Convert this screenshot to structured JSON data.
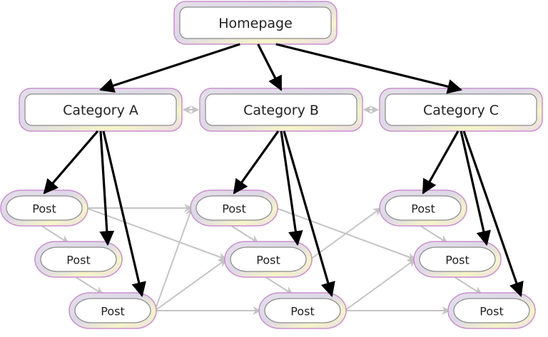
{
  "diagram": {
    "type": "site-hierarchy",
    "nodes": [
      {
        "id": "home",
        "label": "Homepage",
        "level": "root"
      },
      {
        "id": "catA",
        "label": "Category A",
        "level": "category"
      },
      {
        "id": "catB",
        "label": "Category B",
        "level": "category"
      },
      {
        "id": "catC",
        "label": "Category C",
        "level": "category"
      },
      {
        "id": "a1",
        "label": "Post",
        "level": "post",
        "parent": "catA"
      },
      {
        "id": "a2",
        "label": "Post",
        "level": "post",
        "parent": "catA"
      },
      {
        "id": "a3",
        "label": "Post",
        "level": "post",
        "parent": "catA"
      },
      {
        "id": "b1",
        "label": "Post",
        "level": "post",
        "parent": "catB"
      },
      {
        "id": "b2",
        "label": "Post",
        "level": "post",
        "parent": "catB"
      },
      {
        "id": "b3",
        "label": "Post",
        "level": "post",
        "parent": "catB"
      },
      {
        "id": "c1",
        "label": "Post",
        "level": "post",
        "parent": "catC"
      },
      {
        "id": "c2",
        "label": "Post",
        "level": "post",
        "parent": "catC"
      },
      {
        "id": "c3",
        "label": "Post",
        "level": "post",
        "parent": "catC"
      }
    ],
    "hierarchy_edges": [
      {
        "from": "home",
        "to": "catA"
      },
      {
        "from": "home",
        "to": "catB"
      },
      {
        "from": "home",
        "to": "catC"
      },
      {
        "from": "catA",
        "to": "a1"
      },
      {
        "from": "catA",
        "to": "a2"
      },
      {
        "from": "catA",
        "to": "a3"
      },
      {
        "from": "catB",
        "to": "b1"
      },
      {
        "from": "catB",
        "to": "b2"
      },
      {
        "from": "catB",
        "to": "b3"
      },
      {
        "from": "catC",
        "to": "c1"
      },
      {
        "from": "catC",
        "to": "c2"
      },
      {
        "from": "catC",
        "to": "c3"
      }
    ],
    "sibling_edges": [
      {
        "from": "catA",
        "to": "catB",
        "bidirectional": true
      },
      {
        "from": "catB",
        "to": "catC",
        "bidirectional": true
      }
    ],
    "cross_links": [
      {
        "from": "a1",
        "to": "a2"
      },
      {
        "from": "a2",
        "to": "a3"
      },
      {
        "from": "b1",
        "to": "b2"
      },
      {
        "from": "b2",
        "to": "b3"
      },
      {
        "from": "c1",
        "to": "c2"
      },
      {
        "from": "c2",
        "to": "c3"
      },
      {
        "from": "a1",
        "to": "b1"
      },
      {
        "from": "a1",
        "to": "b2"
      },
      {
        "from": "a3",
        "to": "b1"
      },
      {
        "from": "a3",
        "to": "b2"
      },
      {
        "from": "a3",
        "to": "b3"
      },
      {
        "from": "b1",
        "to": "c2"
      },
      {
        "from": "b2",
        "to": "c1"
      },
      {
        "from": "b3",
        "to": "c2"
      },
      {
        "from": "b3",
        "to": "c3"
      }
    ],
    "colors": {
      "hierarchy_edge": "#000000",
      "cross_link": "#c4c4c4",
      "node_fill": "#ffffff",
      "node_inner_border": "#8a8a8a",
      "node_outer_border": "#c98fcf",
      "node_glow_a": "#e2dcea",
      "node_glow_b": "#f3f3c6",
      "text": "#222222"
    }
  }
}
